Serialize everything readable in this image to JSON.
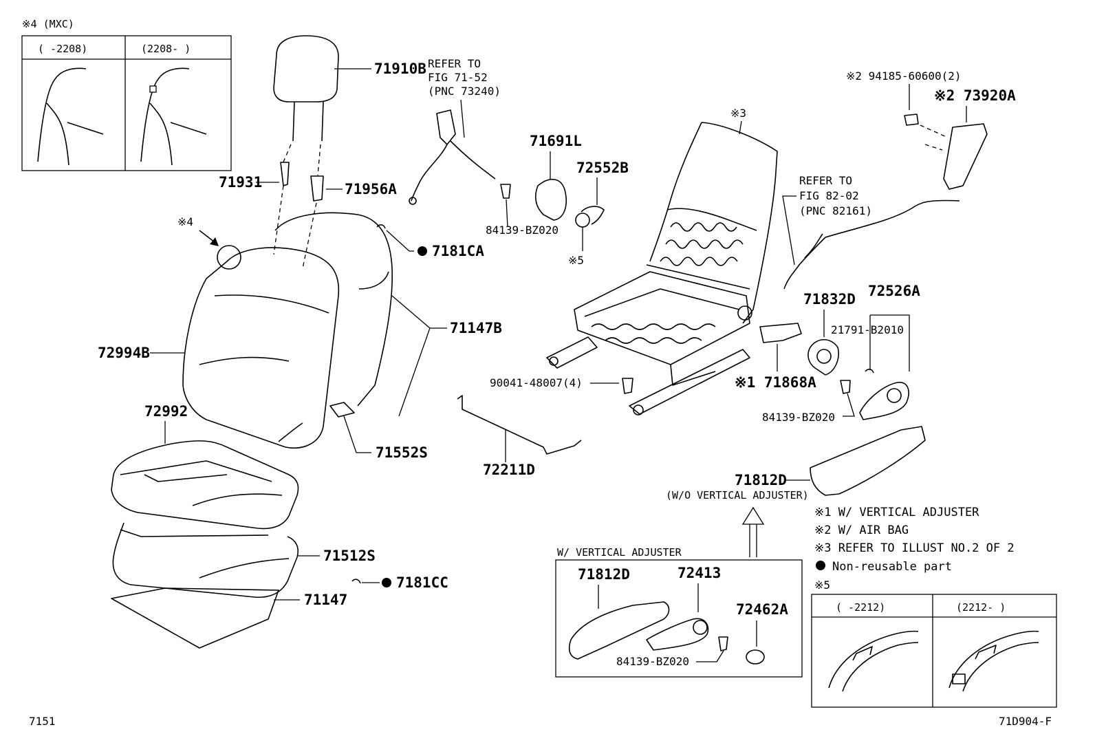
{
  "inset_mxc": {
    "heading": "※4 (MXC)",
    "col_left": "(     -2208)",
    "col_right": "(2208-     )"
  },
  "inset_5": {
    "heading": "※5",
    "col_left": "(     -2212)",
    "col_right": "(2212-     )"
  },
  "callouts": {
    "c4": "※4",
    "c3": "※3",
    "c5": "※5"
  },
  "refer_belt": {
    "line1": "REFER TO",
    "line2": "FIG 71-52",
    "line3": "(PNC 73240)"
  },
  "refer_harness": {
    "line1": "REFER TO",
    "line2": "FIG 82-02",
    "line3": "(PNC 82161)"
  },
  "parts": {
    "p71910B": "71910B",
    "p71931": "71931",
    "p71956A": "71956A",
    "p7181CA": "7181CA",
    "p72994B": "72994B",
    "p71147B": "71147B",
    "p71552S": "71552S",
    "p72992": "72992",
    "p71512S": "71512S",
    "p7181CC": "7181CC",
    "p71147": "71147",
    "p71691L": "71691L",
    "p84139a": "84139-BZ020",
    "p72552B": "72552B",
    "p94185": "※2 94185-60600(2)",
    "p73920A": "※2 73920A",
    "p71832D": "71832D",
    "p72526A": "72526A",
    "p21791": "21791-B2010",
    "p71868A": "※1 71868A",
    "p84139b": "84139-BZ020",
    "p90041": "90041-48007(4)",
    "p72211D": "72211D",
    "p71812D_top": "71812D",
    "p71812D_note": "(W/O VERTICAL ADJUSTER)",
    "p71812D_box": "71812D",
    "p72413": "72413",
    "p72462A": "72462A",
    "p84139c": "84139-BZ020"
  },
  "vertical_box": {
    "title": "W/ VERTICAL ADJUSTER"
  },
  "legend": {
    "n1": "※1 W/ VERTICAL ADJUSTER",
    "n2": "※2 W/ AIR BAG",
    "n3": "※3 REFER TO ILLUST NO.2 OF 2",
    "n4": "Non-reusable part"
  },
  "footer": {
    "left": "7151",
    "right": "71D904-F"
  }
}
